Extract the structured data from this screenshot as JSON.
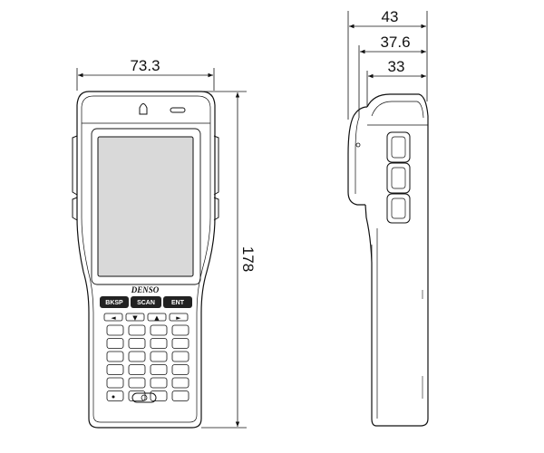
{
  "dimensions": {
    "width": "73.3",
    "height": "178",
    "depth_total": "43",
    "depth_mid": "37.6",
    "depth_body": "33"
  },
  "device": {
    "brand": "DENSO",
    "keys": {
      "bksp": "BKSP",
      "scan": "SCAN",
      "ent": "ENT"
    },
    "arrows": [
      "◄",
      "▼",
      "▲",
      "►"
    ]
  },
  "colors": {
    "line": "#111111",
    "screen": "#d9d9d9",
    "key_dark": "#222222"
  },
  "icons": [
    "dimension-arrow-icon",
    "led-indicator-icon",
    "speaker-slot-icon",
    "power-button-icon"
  ]
}
